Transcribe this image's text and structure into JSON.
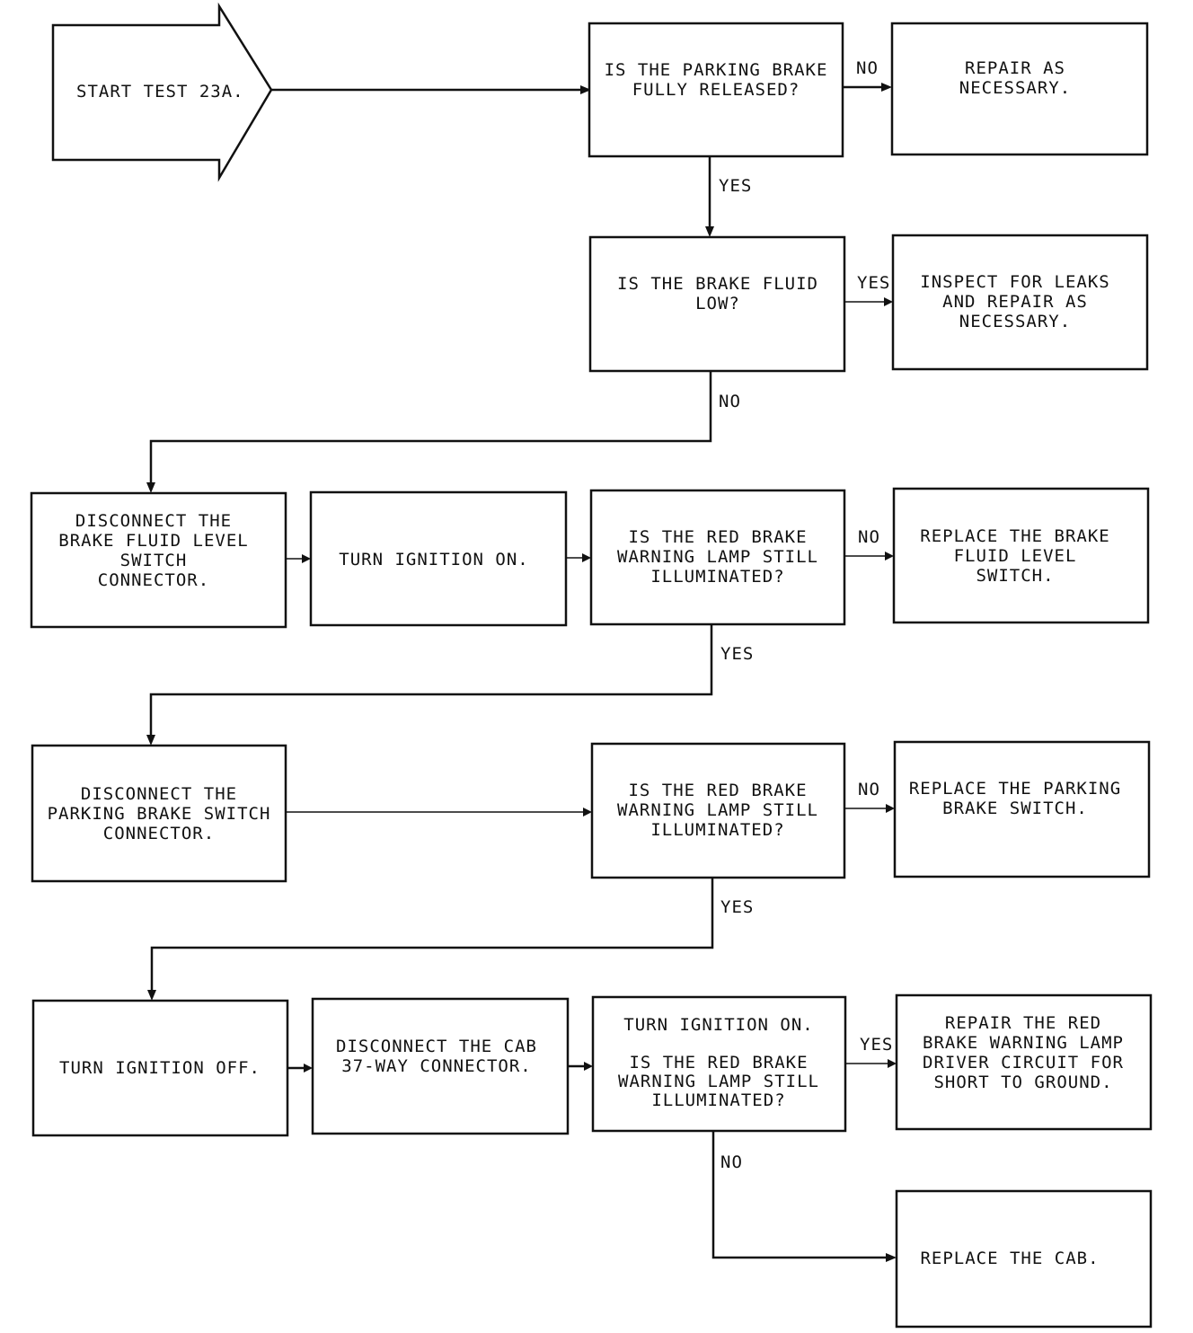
{
  "start": {
    "label": "START TEST 23A."
  },
  "q1": {
    "lines": [
      "IS THE PARKING BRAKE",
      "FULLY RELEASED?"
    ]
  },
  "a1": {
    "lines": [
      "REPAIR AS",
      "NECESSARY."
    ]
  },
  "q2": {
    "lines": [
      "IS THE BRAKE FLUID",
      "LOW?"
    ]
  },
  "a2": {
    "lines": [
      "INSPECT FOR LEAKS",
      "AND REPAIR AS",
      "NECESSARY."
    ]
  },
  "s1": {
    "lines": [
      "DISCONNECT THE",
      "BRAKE FLUID LEVEL",
      "SWITCH",
      "CONNECTOR."
    ]
  },
  "s2": {
    "lines": [
      "TURN IGNITION ON."
    ]
  },
  "q3": {
    "lines": [
      "IS THE RED BRAKE",
      "WARNING LAMP STILL",
      "ILLUMINATED?"
    ]
  },
  "a3": {
    "lines": [
      "REPLACE THE BRAKE",
      "FLUID LEVEL",
      "SWITCH."
    ]
  },
  "s3": {
    "lines": [
      "DISCONNECT THE",
      "PARKING BRAKE SWITCH",
      "CONNECTOR."
    ]
  },
  "q4": {
    "lines": [
      "IS THE RED BRAKE",
      "WARNING LAMP STILL",
      "ILLUMINATED?"
    ]
  },
  "a4": {
    "lines": [
      "REPLACE THE PARKING",
      "BRAKE SWITCH."
    ]
  },
  "s4": {
    "lines": [
      "TURN IGNITION OFF."
    ]
  },
  "s5": {
    "lines": [
      "DISCONNECT THE CAB",
      "37-WAY CONNECTOR."
    ]
  },
  "q5": {
    "lines": [
      "TURN IGNITION ON.",
      "",
      "IS THE RED BRAKE",
      "WARNING LAMP STILL",
      "ILLUMINATED?"
    ]
  },
  "a5": {
    "lines": [
      "REPAIR THE RED",
      "BRAKE WARNING LAMP",
      "DRIVER CIRCUIT FOR",
      "SHORT TO GROUND."
    ]
  },
  "a6": {
    "lines": [
      "REPLACE THE CAB."
    ]
  },
  "labels": {
    "no1": "NO",
    "yes1": "YES",
    "yes2": "YES",
    "no2": "NO",
    "no3": "NO",
    "yes3": "YES",
    "no4": "NO",
    "yes4": "YES",
    "yes5": "YES",
    "no5": "NO"
  }
}
